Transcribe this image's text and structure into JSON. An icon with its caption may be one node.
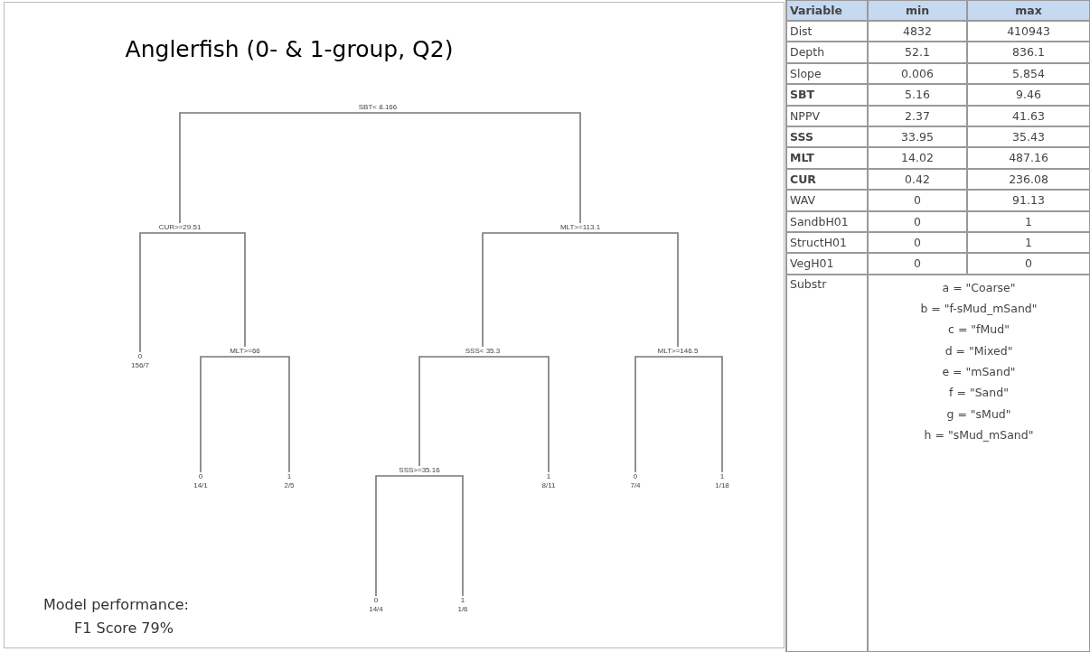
{
  "diagram": {
    "title": "Anglerfish (0- & 1-group, Q2)",
    "nodes": [
      {
        "text": [
          "SBT< 8.166"
        ]
      },
      {
        "text": [
          "CUR>=29.51"
        ]
      },
      {
        "text": [
          "0",
          "156/7"
        ]
      },
      {
        "text": [
          "MLT>=66"
        ]
      },
      {
        "text": [
          "0",
          "14/1"
        ]
      },
      {
        "text": [
          "1",
          "2/5"
        ]
      },
      {
        "text": [
          "MLT>=113.1"
        ]
      },
      {
        "text": [
          "SSS< 35.3"
        ]
      },
      {
        "text": [
          "SSS>=35.16"
        ]
      },
      {
        "text": [
          "0",
          "14/4"
        ]
      },
      {
        "text": [
          "1",
          "1/6"
        ]
      },
      {
        "text": [
          "1",
          "8/11"
        ]
      },
      {
        "text": [
          "MLT>=146.5"
        ]
      },
      {
        "text": [
          "0",
          "7/4"
        ]
      },
      {
        "text": [
          "1",
          "1/18"
        ]
      }
    ],
    "edges": [
      {
        "from": 0,
        "to": 1,
        "arrow": "none"
      },
      {
        "from": 0,
        "to": 6,
        "arrow": "none"
      },
      {
        "from": 1,
        "to": 2,
        "arrow": "none"
      },
      {
        "from": 1,
        "to": 3,
        "arrow": "none"
      },
      {
        "from": 3,
        "to": 4,
        "arrow": "none"
      },
      {
        "from": 3,
        "to": 5,
        "arrow": "none"
      },
      {
        "from": 6,
        "to": 7,
        "arrow": "none"
      },
      {
        "from": 6,
        "to": 12,
        "arrow": "none"
      },
      {
        "from": 7,
        "to": 8,
        "arrow": "none"
      },
      {
        "from": 7,
        "to": 11,
        "arrow": "none"
      },
      {
        "from": 8,
        "to": 9,
        "arrow": "none"
      },
      {
        "from": 8,
        "to": 10,
        "arrow": "none"
      },
      {
        "from": 12,
        "to": 13,
        "arrow": "none"
      },
      {
        "from": 12,
        "to": 14,
        "arrow": "none"
      }
    ],
    "labels": [
      "Variable",
      "min",
      "max",
      "Dist",
      "4832",
      "410943",
      "Depth",
      "52.1",
      "836.1",
      "Slope",
      "0.006",
      "5.854",
      "**SBT**",
      "5.16",
      "9.46",
      "NPPV",
      "2.37",
      "41.63",
      "**SSS**",
      "33.95",
      "35.43",
      "**MLT**",
      "14.02",
      "487.16",
      "**CUR**",
      "0.42",
      "236.08",
      "WAV",
      "0",
      "91.13",
      "SandbH01",
      "0",
      "1",
      "StructH01",
      "0",
      "1",
      "VegH01",
      "0",
      "0",
      "Substr",
      "a = \"Coarse\"",
      "b = \"f-sMud_mSand\"",
      "c = \"fMud\"",
      "d = \"Mixed\"",
      "e = \"mSand\"",
      "f = \"Sand\"",
      "g = \"sMud\"",
      "h = \"sMud_mSand\"",
      "Model performance:",
      "F1 Score 79%"
    ]
  }
}
